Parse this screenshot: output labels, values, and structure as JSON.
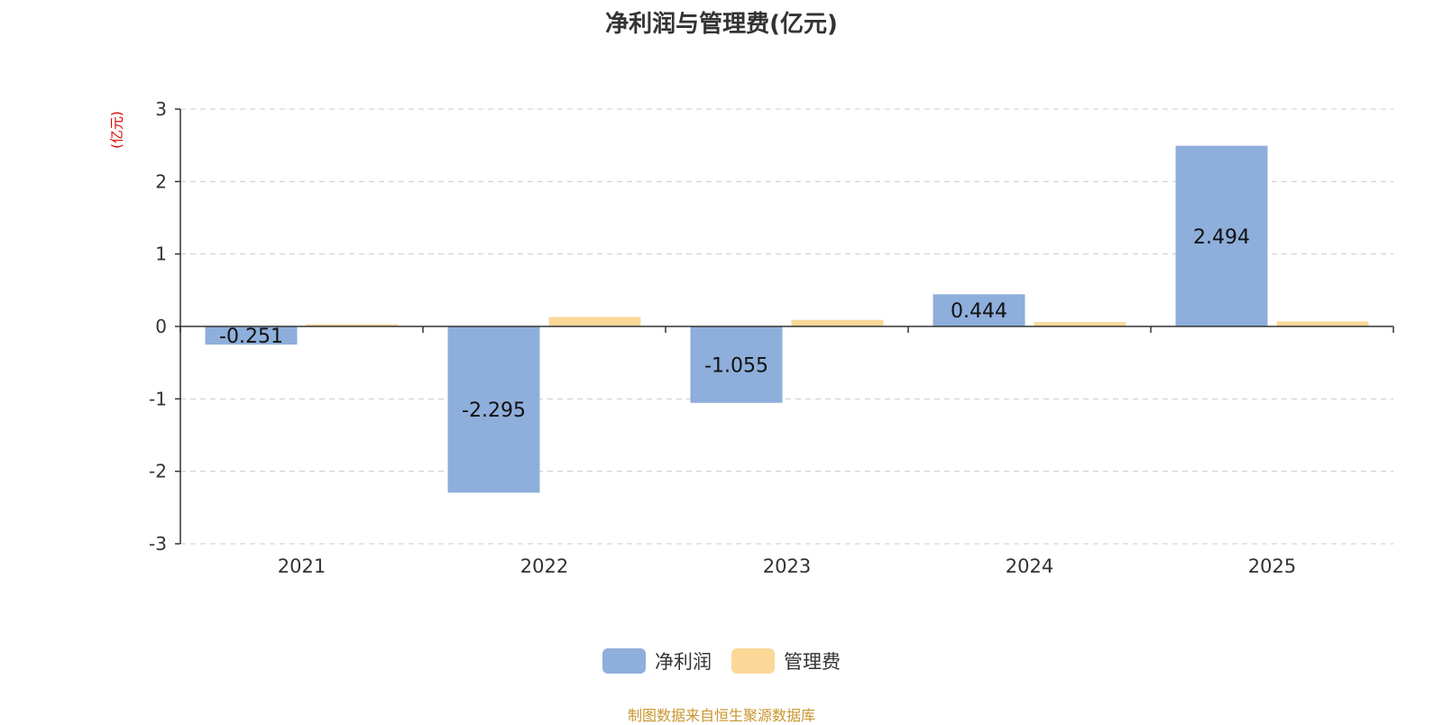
{
  "chart_data": {
    "type": "bar",
    "title": "净利润与管理费(亿元)",
    "y_unit_label": "(亿元)",
    "categories": [
      "2021",
      "2022",
      "2023",
      "2024",
      "2025"
    ],
    "series": [
      {
        "name": "净利润",
        "color": "#8eaedb",
        "values": [
          -0.251,
          -2.295,
          -1.055,
          0.444,
          2.494
        ],
        "show_labels": true
      },
      {
        "name": "管理费",
        "color": "#fbd898",
        "values": [
          0.03,
          0.13,
          0.09,
          0.06,
          0.07
        ],
        "show_labels": false
      }
    ],
    "ylim": [
      -3,
      3
    ],
    "y_ticks": [
      3,
      2,
      1,
      0,
      -1,
      -2,
      -3
    ],
    "grid": true,
    "legend_position": "bottom-center"
  },
  "source_note": "制图数据来自恒生聚源数据库"
}
